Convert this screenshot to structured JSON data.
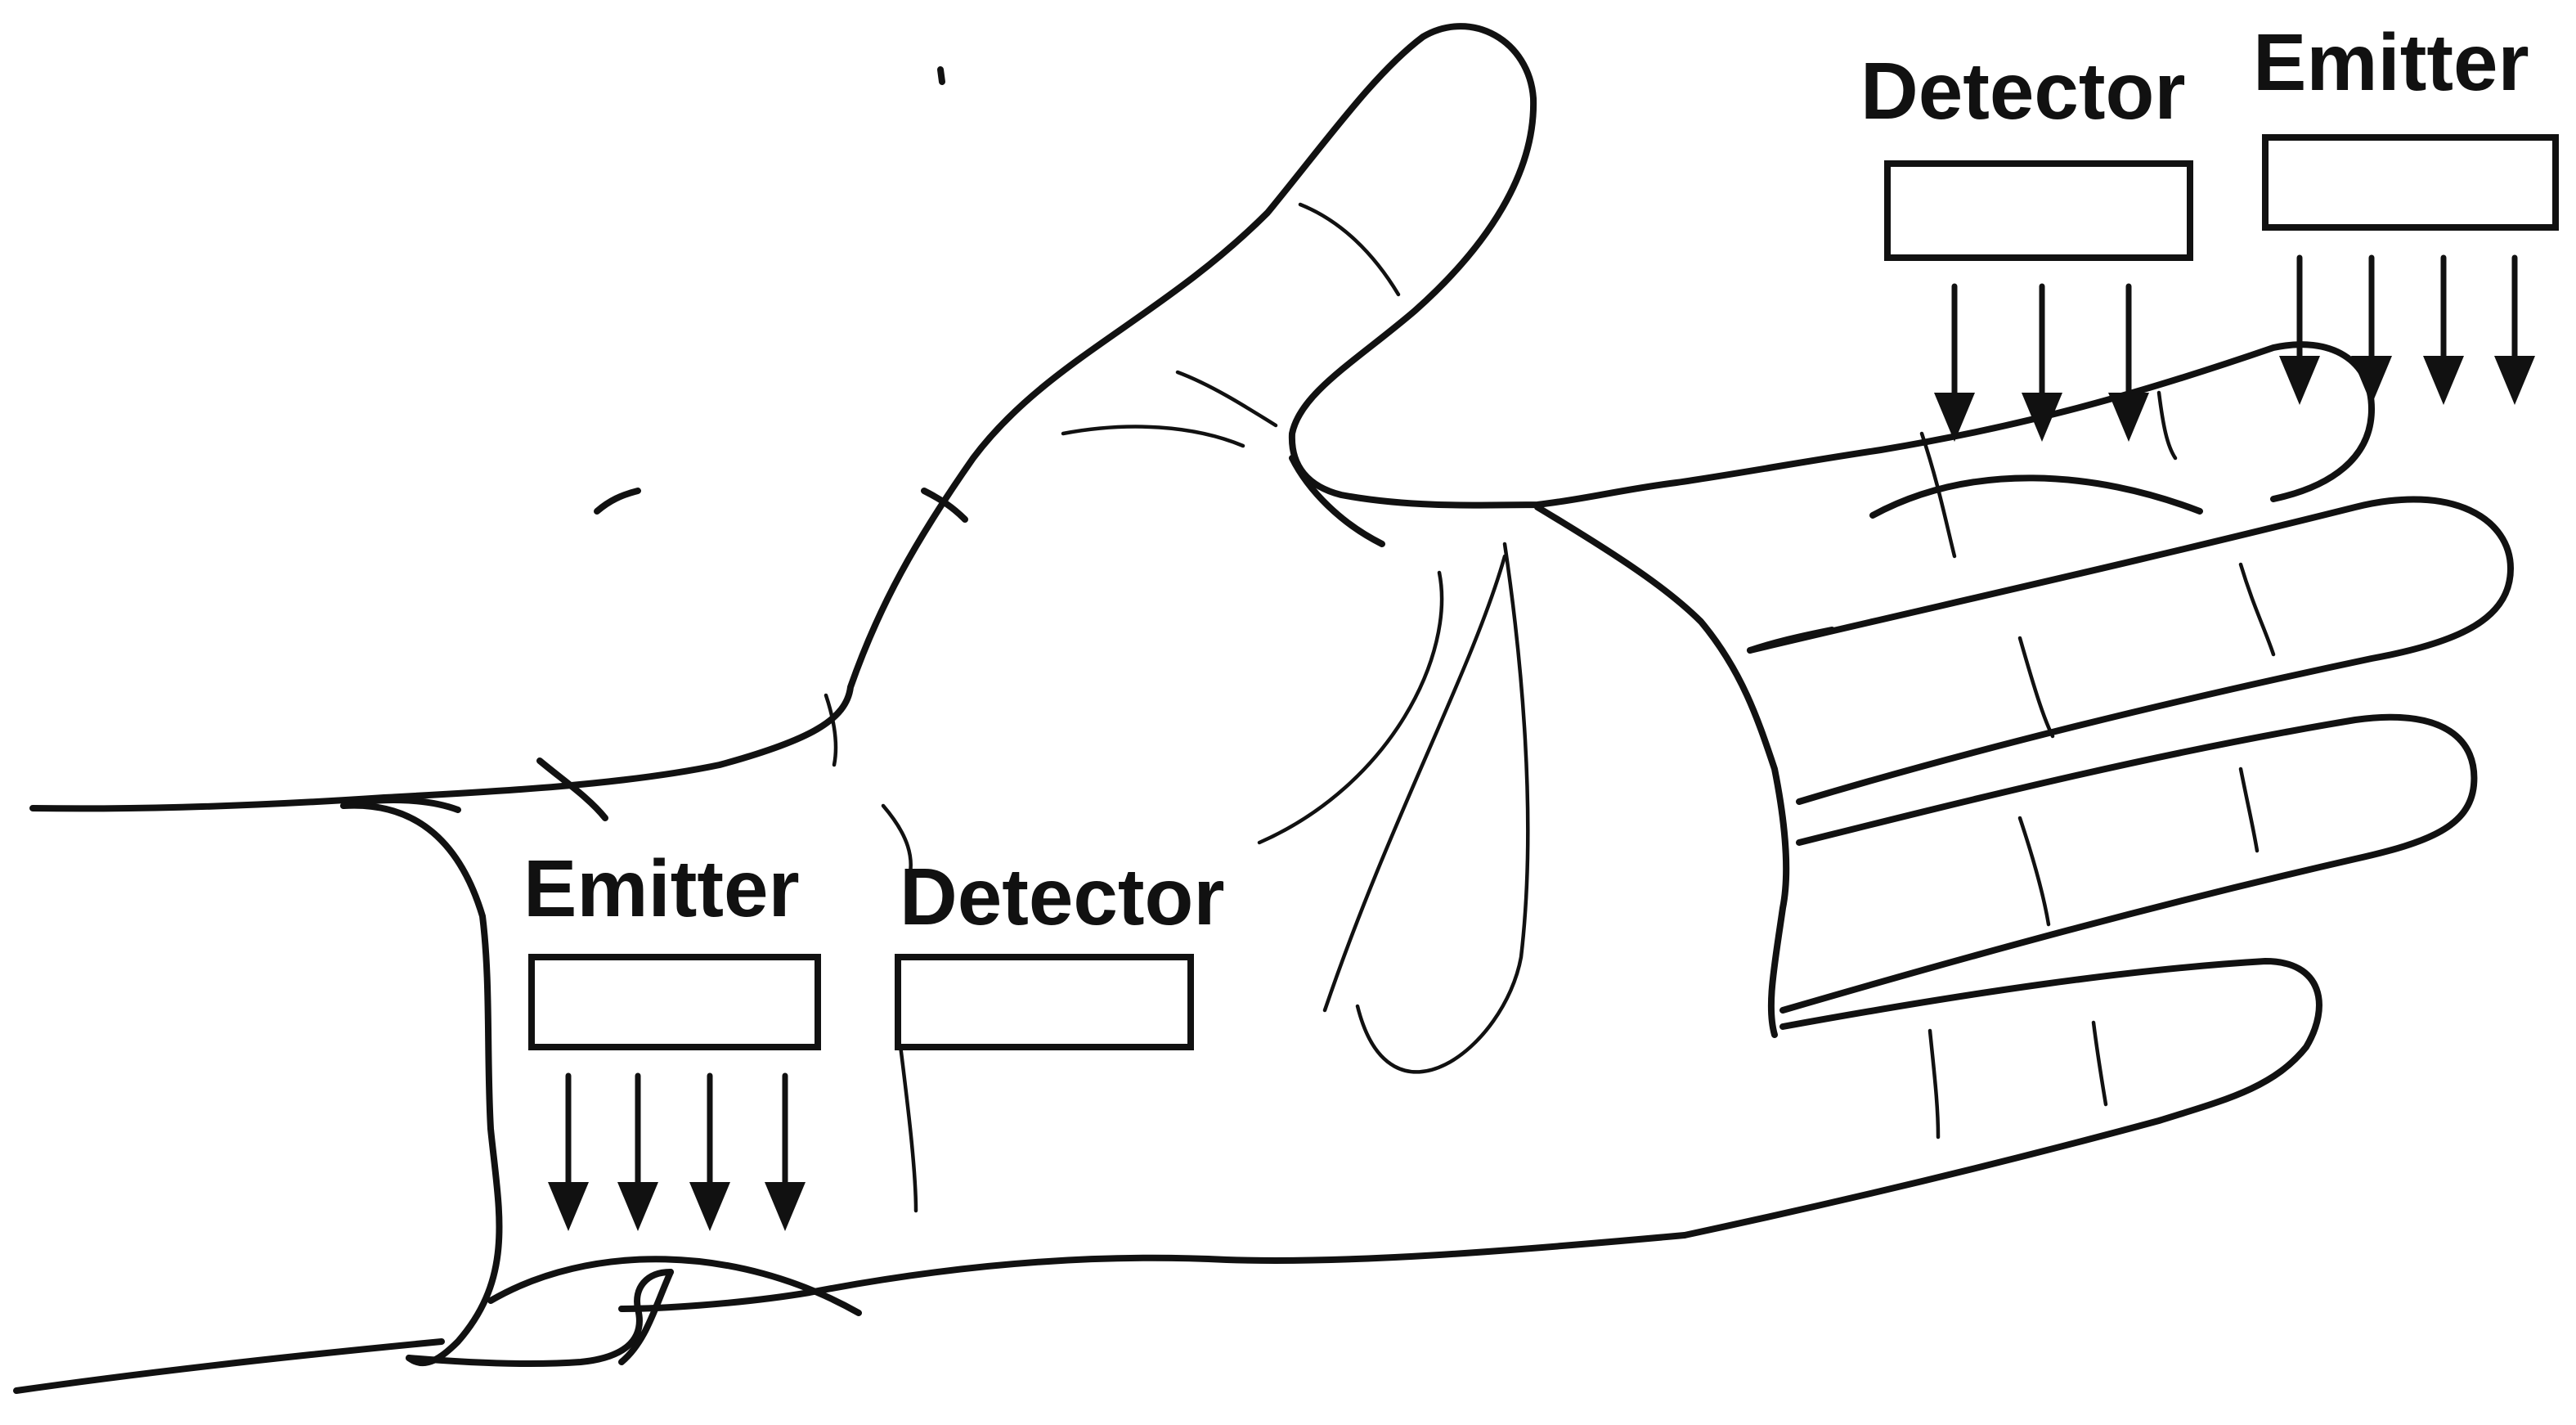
{
  "colors": {
    "line": "#111111",
    "background": "#ffffff"
  },
  "sensors": {
    "wrist": {
      "emitter_label": "Emitter",
      "detector_label": "Detector"
    },
    "finger": {
      "detector_label": "Detector",
      "emitter_label": "Emitter"
    }
  }
}
